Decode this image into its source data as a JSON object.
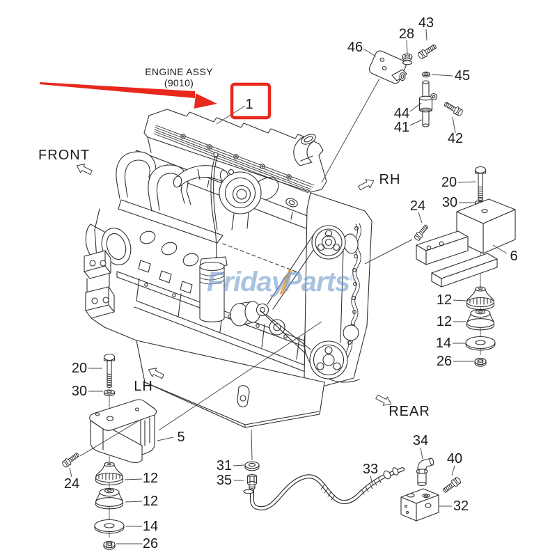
{
  "diagram": {
    "title": {
      "line1": "ENGINE ASSY",
      "line2": "(9010)"
    },
    "highlight_ref": "1",
    "directions": {
      "front": "FRONT",
      "rh": "RH",
      "lh": "LH",
      "rear": "REAR"
    },
    "watermark": {
      "word1": "Friday",
      "slash": "/",
      "word2": "Parts",
      "reg": "®"
    },
    "colors": {
      "line": "#2f2f2f",
      "highlight_red": "#e8271d",
      "watermark_blue": "#729ecf",
      "watermark_orange": "#f29a36"
    },
    "callouts": {
      "pipe_group": [
        "46",
        "28",
        "43",
        "45",
        "44",
        "41",
        "42"
      ],
      "rh_mount": [
        "20",
        "30",
        "24",
        "6",
        "12",
        "12",
        "14",
        "26"
      ],
      "lh_mount": [
        "20",
        "30",
        "5",
        "24",
        "12",
        "12",
        "14",
        "26"
      ],
      "drain_plug": [
        "31",
        "35"
      ],
      "oil_drain_line": [
        "33",
        "34",
        "40",
        "32"
      ]
    }
  }
}
